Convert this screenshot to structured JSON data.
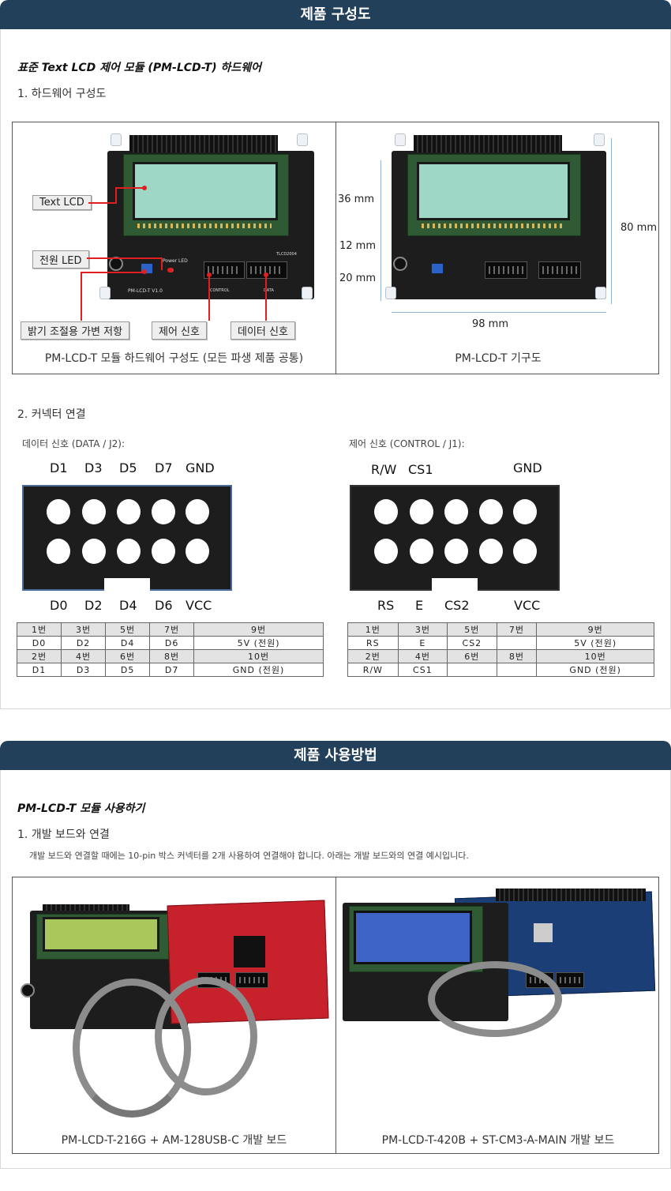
{
  "section1": {
    "header": "제품 구성도",
    "subtitle": "표준 Text LCD 제어 모듈 (PM-LCD-T) 하드웨어",
    "item1": "1. 하드웨어 구성도",
    "fig_left": {
      "caption": "PM-LCD-T 모듈 하드웨어 구성도 (모든 파생 제품 공통)",
      "tags": {
        "text_lcd": "Text LCD",
        "power_led": "전원 LED",
        "brightness": "밝기 조절용 가변 저항",
        "control": "제어 신호",
        "data": "데이터 신호"
      },
      "board_text": {
        "power_led": "Power LED",
        "model": "PM-LCD-T V1.0",
        "control": "CONTROL",
        "data": "DATA",
        "code": "TLCD2004"
      }
    },
    "fig_right": {
      "caption": "PM-LCD-T 기구도",
      "dims": {
        "h36": "36 mm",
        "h12": "12 mm",
        "h20": "20 mm",
        "h80": "80 mm",
        "w98": "98 mm"
      }
    },
    "item2": "2. 커넥터 연결",
    "data_conn": {
      "title": "데이터 신호 (DATA / J2):",
      "top_labels": [
        "D1",
        "D3",
        "D5",
        "D7",
        "GND"
      ],
      "bottom_labels": [
        "D0",
        "D2",
        "D4",
        "D6",
        "VCC"
      ],
      "table": [
        [
          "1번",
          "3번",
          "5번",
          "7번",
          "9번"
        ],
        [
          "D0",
          "D2",
          "D4",
          "D6",
          "5V (전원)"
        ],
        [
          "2번",
          "4번",
          "6번",
          "8번",
          "10번"
        ],
        [
          "D1",
          "D3",
          "D5",
          "D7",
          "GND (전원)"
        ]
      ]
    },
    "ctrl_conn": {
      "title": "제어 신호 (CONTROL / J1):",
      "top_labels": [
        "R/W",
        "CS1",
        "GND"
      ],
      "bottom_labels": [
        "RS",
        "E",
        "CS2",
        "VCC"
      ],
      "table": [
        [
          "1번",
          "3번",
          "5번",
          "7번",
          "9번"
        ],
        [
          "RS",
          "E",
          "CS2",
          "",
          "5V (전원)"
        ],
        [
          "2번",
          "4번",
          "6번",
          "8번",
          "10번"
        ],
        [
          "R/W",
          "CS1",
          "",
          "",
          "GND (전원)"
        ]
      ]
    }
  },
  "section2": {
    "header": "제품 사용방법",
    "subtitle": "PM-LCD-T 모듈 사용하기",
    "item1": "1. 개발 보드와 연결",
    "desc": "개발 보드와 연결할 때에는 10-pin 박스 커넥터를 2개 사용하여 연결해야 합니다. 아래는 개발 보드와의 연결 예시입니다.",
    "photo_left_caption": "PM-LCD-T-216G + AM-128USB-C 개발 보드",
    "photo_right_caption": "PM-LCD-T-420B + ST-CM3-A-MAIN 개발 보드"
  }
}
